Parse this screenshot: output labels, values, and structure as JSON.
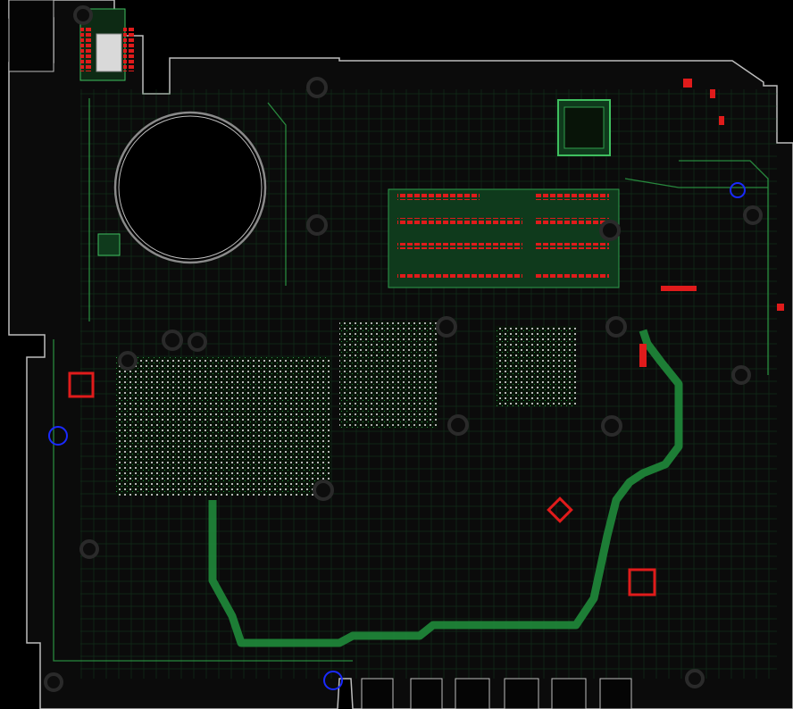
{
  "view": {
    "title": "",
    "colors": {
      "background": "#000000",
      "board_fill": "#0b0b0b",
      "outline": "#bdbdbd",
      "copper_green": "#1f8a3a",
      "copper_green_light": "#3fbf5f",
      "pad_red": "#e01b1b",
      "silk_white": "#e6e6e6",
      "via_gray": "#9a9a9a",
      "mount_ring": "#2a2a2a",
      "blue_marker": "#1a2aff"
    },
    "icons": {
      "battery_socket": "large-circle-outline",
      "mounting_hole": "ring",
      "fiducial": "blue-ring"
    }
  }
}
